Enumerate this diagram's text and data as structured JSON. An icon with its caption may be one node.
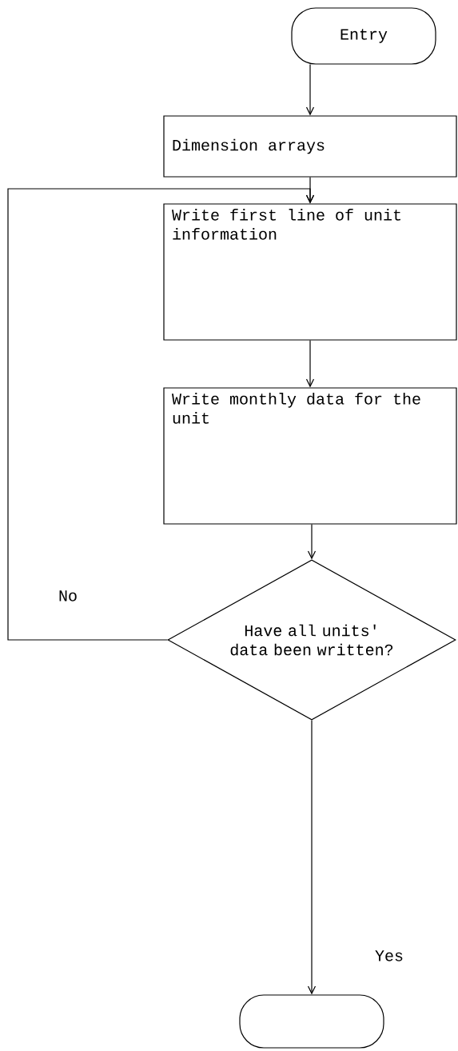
{
  "diagram": {
    "nodes": [
      {
        "text": [
          "Entry"
        ]
      },
      {
        "text": [
          "Dimension arrays"
        ]
      },
      {
        "text": [
          "Write first line of unit information"
        ]
      },
      {
        "text": [
          "Write monthly data for the unit"
        ]
      },
      {
        "text": [
          "Have all units' data been written?"
        ]
      },
      {
        "text": [],
        "shape": "box"
      }
    ],
    "edges": [
      {
        "from": 0,
        "to": 1,
        "arrow": "to"
      },
      {
        "from": 1,
        "to": 2,
        "arrow": "to"
      },
      {
        "from": 2,
        "to": 3,
        "arrow": "to"
      },
      {
        "from": 3,
        "to": 4,
        "arrow": "to"
      },
      {
        "from": 4,
        "to": 2,
        "arrow": "to",
        "label": "No"
      },
      {
        "from": 4,
        "to": 5,
        "arrow": "to",
        "label": "Yes"
      }
    ]
  }
}
